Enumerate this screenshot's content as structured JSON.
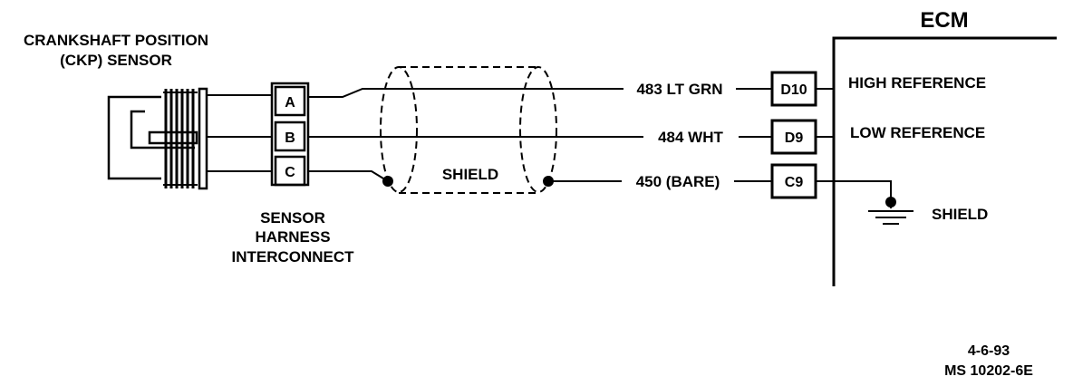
{
  "sensor": {
    "title_line1": "CRANKSHAFT POSITION",
    "title_line2": "(CKP) SENSOR"
  },
  "connector": {
    "pins": [
      "A",
      "B",
      "C"
    ],
    "label_lines": [
      "SENSOR",
      "HARNESS",
      "INTERCONNECT"
    ]
  },
  "cable": {
    "shield_label": "SHIELD"
  },
  "wires": [
    {
      "circuit": "483 LT GRN",
      "pin": "D10",
      "function": "HIGH REFERENCE"
    },
    {
      "circuit": "484 WHT",
      "pin": "D9",
      "function": "LOW REFERENCE"
    },
    {
      "circuit": "450 (BARE)",
      "pin": "C9",
      "function": ""
    }
  ],
  "ecm": {
    "title": "ECM",
    "ground_label": "SHIELD"
  },
  "footer": {
    "date": "4-6-93",
    "code": "MS 10202-6E"
  },
  "colors": {
    "ink": "#000000",
    "background": "#ffffff"
  }
}
